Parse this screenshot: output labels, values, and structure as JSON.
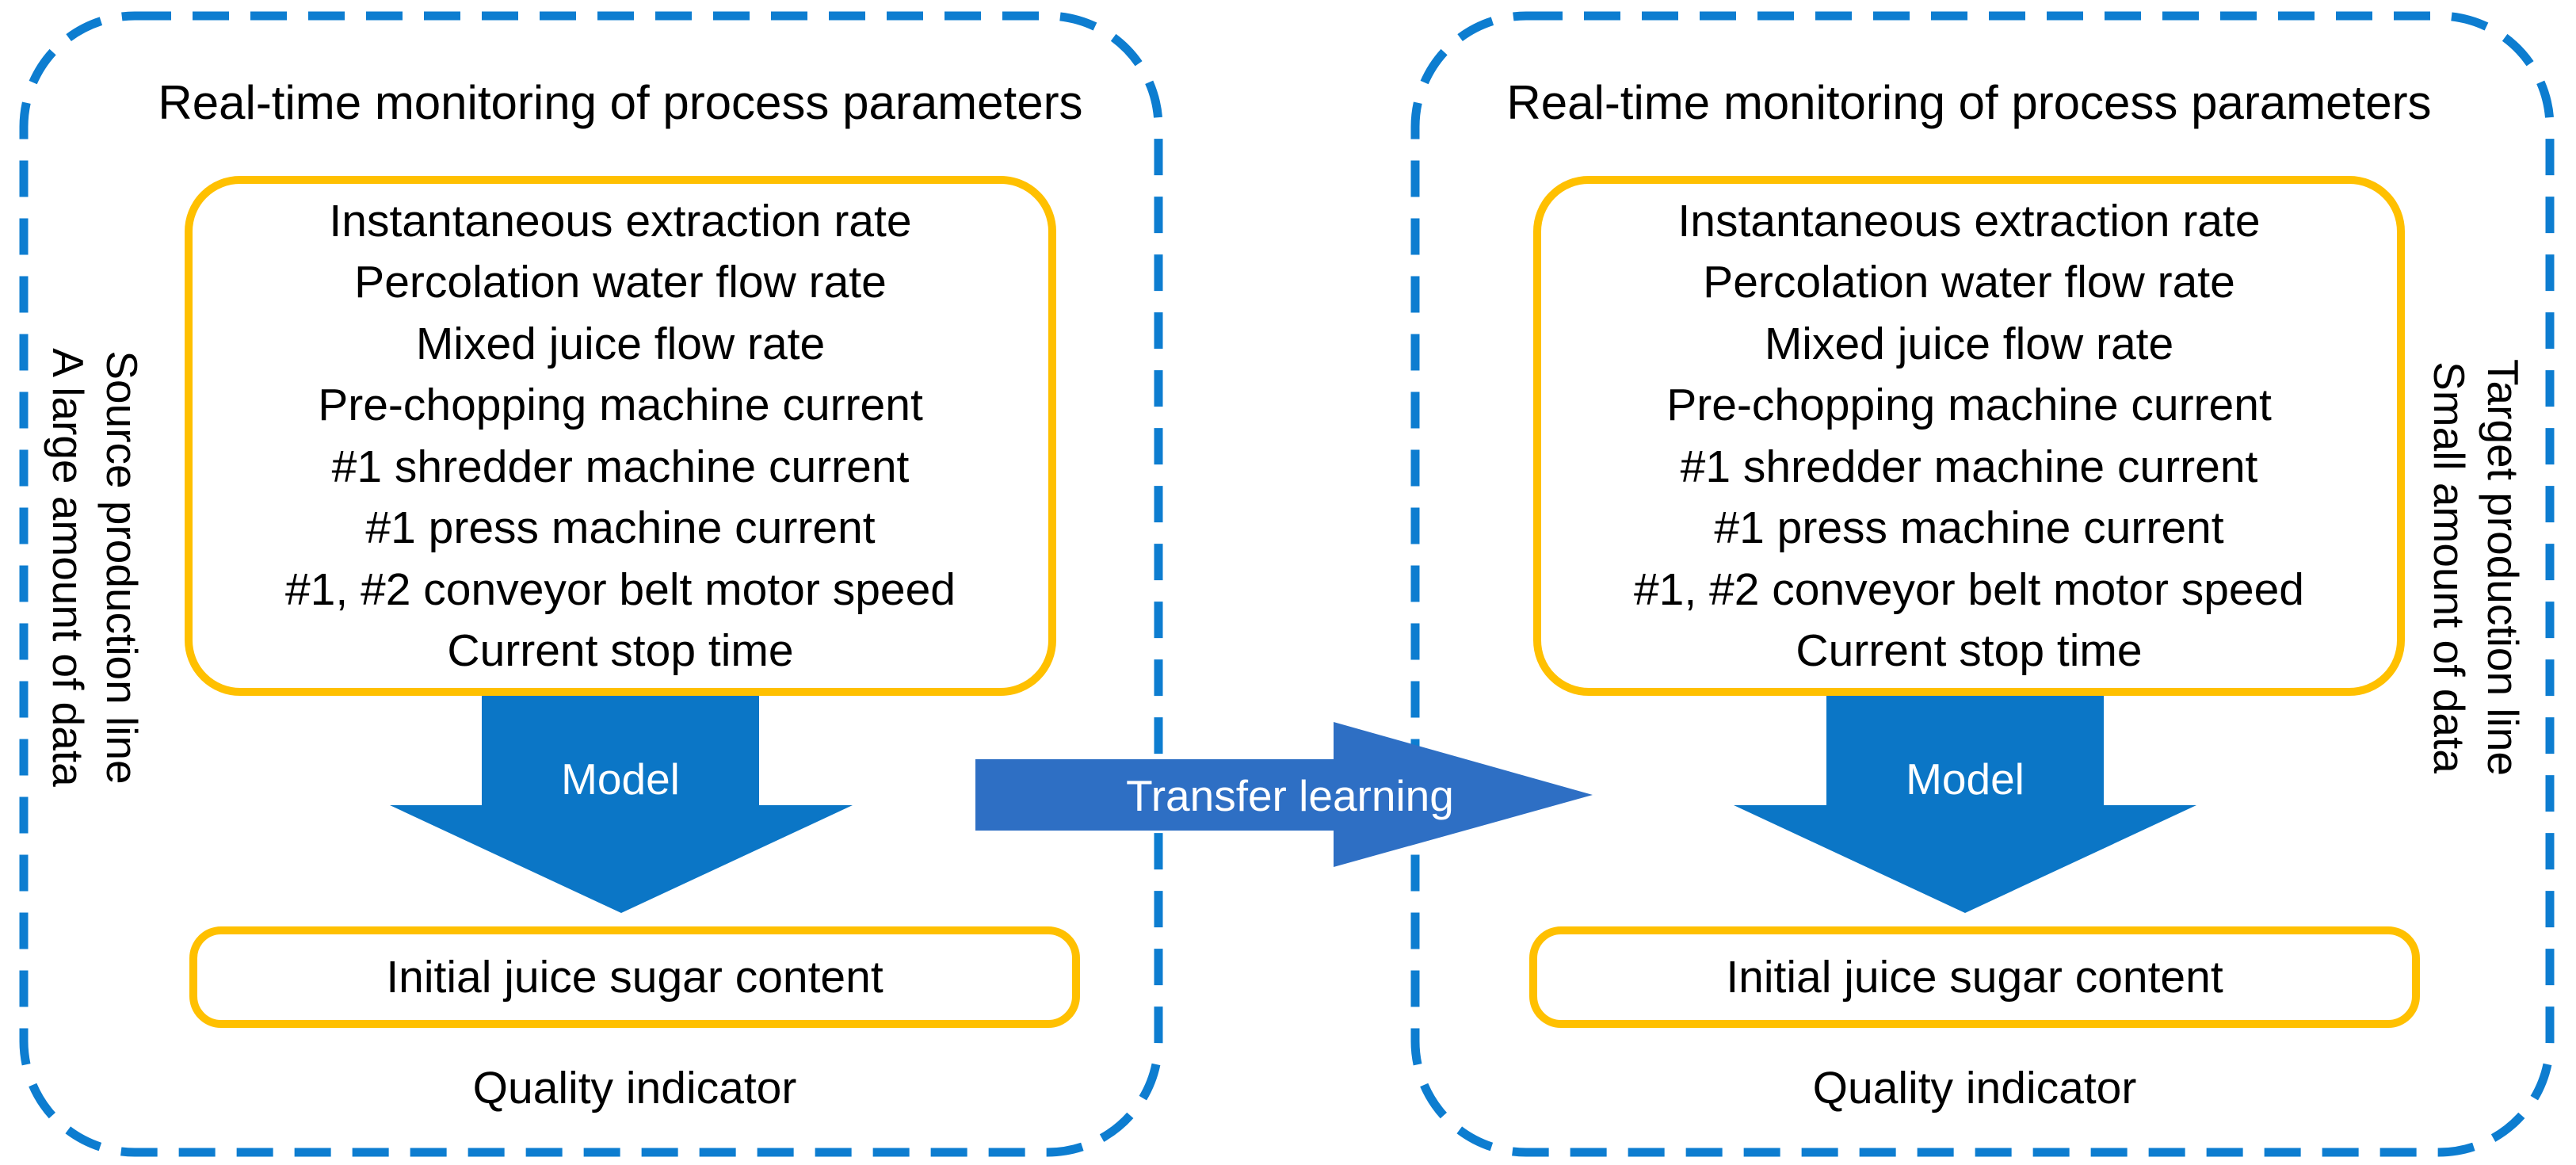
{
  "colors": {
    "dashed_border": "#0D7DD0",
    "box_border": "#FFC000",
    "model_arrow": "#0B76C6",
    "transfer_arrow": "#2E6FC4",
    "text": "#000000",
    "arrow_label_text": "#FFFFFF",
    "background": "#FFFFFF"
  },
  "transfer": {
    "label": "Transfer learning"
  },
  "panels": [
    {
      "id": "source",
      "title": "Real-time monitoring of process parameters",
      "vertical_labels": [
        "Source production line",
        "A large amount of data"
      ],
      "parameters": [
        "Instantaneous extraction rate",
        "Percolation water flow rate",
        "Mixed juice flow rate",
        "Pre-chopping machine current",
        "#1 shredder machine current",
        "#1 press machine current",
        "#1, #2 conveyor belt motor speed",
        "Current stop time"
      ],
      "model_label": "Model",
      "output": "Initial juice sugar content",
      "caption": "Quality indicator"
    },
    {
      "id": "target",
      "title": "Real-time monitoring of process parameters",
      "vertical_labels": [
        "Target production line",
        "Small amount of data"
      ],
      "parameters": [
        "Instantaneous extraction rate",
        "Percolation water flow rate",
        "Mixed juice flow rate",
        "Pre-chopping machine current",
        "#1 shredder machine current",
        "#1 press machine current",
        "#1, #2 conveyor belt motor speed",
        "Current stop time"
      ],
      "model_label": "Model",
      "output": "Initial juice sugar content",
      "caption": "Quality indicator"
    }
  ]
}
